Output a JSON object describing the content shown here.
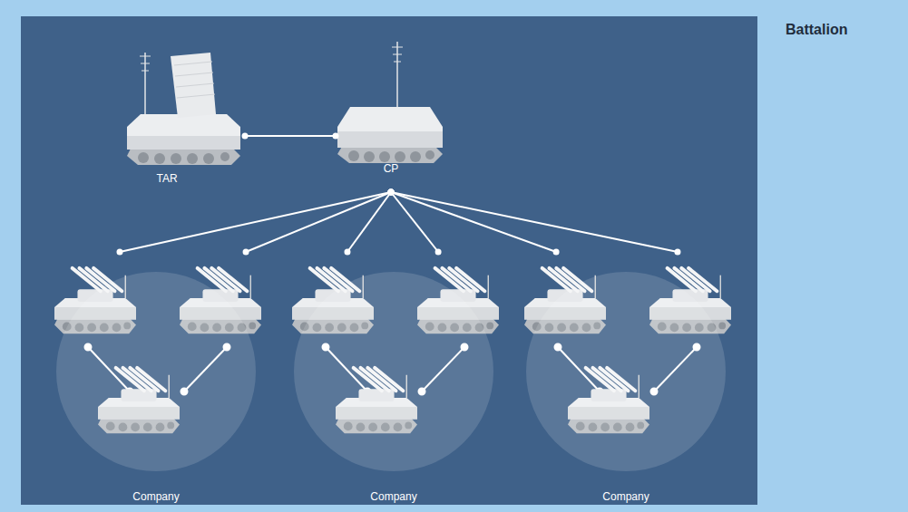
{
  "diagram": {
    "title": "Battalion",
    "nodes": [
      {
        "text": [
          "TAR"
        ]
      },
      {
        "text": [
          "CP"
        ]
      },
      {
        "text": [
          "Company"
        ]
      },
      {
        "text": [
          "Company"
        ]
      },
      {
        "text": [
          "Company"
        ]
      }
    ],
    "edges": [
      {
        "from": 0,
        "to": 1,
        "arrow": "none"
      },
      {
        "from": 1,
        "to": 2,
        "arrow": "none"
      },
      {
        "from": 1,
        "to": 2,
        "arrow": "none"
      },
      {
        "from": 1,
        "to": 3,
        "arrow": "none"
      },
      {
        "from": 1,
        "to": 3,
        "arrow": "none"
      },
      {
        "from": 1,
        "to": 4,
        "arrow": "none"
      },
      {
        "from": 1,
        "to": 4,
        "arrow": "none"
      }
    ]
  }
}
